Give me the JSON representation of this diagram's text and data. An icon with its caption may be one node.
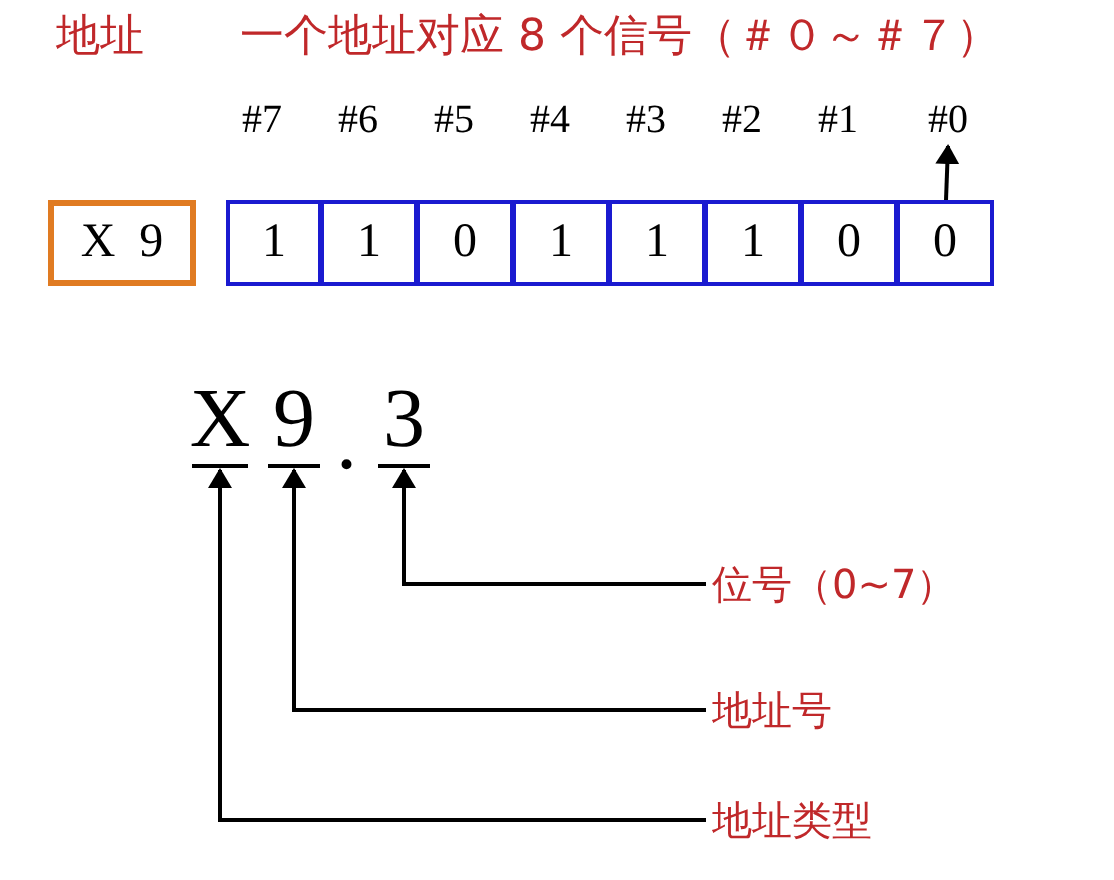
{
  "diagram": {
    "nodes": [
      {
        "text": [
          "X 9"
        ]
      },
      {
        "text": [
          "1"
        ]
      },
      {
        "text": [
          "1"
        ]
      },
      {
        "text": [
          "0"
        ]
      },
      {
        "text": [
          "1"
        ]
      },
      {
        "text": [
          "1"
        ]
      },
      {
        "text": [
          "1"
        ]
      },
      {
        "text": [
          "0"
        ]
      },
      {
        "text": [
          "0"
        ]
      },
      {
        "text": [
          "#0"
        ]
      },
      {
        "text": [
          "X"
        ]
      },
      {
        "text": [
          "9"
        ]
      },
      {
        "text": [
          "3"
        ]
      },
      {
        "text": [
          "位号（0~7）"
        ]
      },
      {
        "text": [
          "地址号"
        ]
      },
      {
        "text": [
          "地址类型"
        ]
      }
    ],
    "edges": [
      {
        "from": 8,
        "to": 9,
        "arrow": "to"
      },
      {
        "from": 13,
        "to": 12,
        "arrow": "to"
      },
      {
        "from": 14,
        "to": 11,
        "arrow": "to"
      },
      {
        "from": 15,
        "to": 10,
        "arrow": "to"
      }
    ],
    "labels": [
      "地址",
      "一个地址对应 8 个信号（＃０～＃７）",
      "#7",
      "#6",
      "#5",
      "#4",
      "#3",
      "#2",
      "#1",
      "."
    ]
  }
}
